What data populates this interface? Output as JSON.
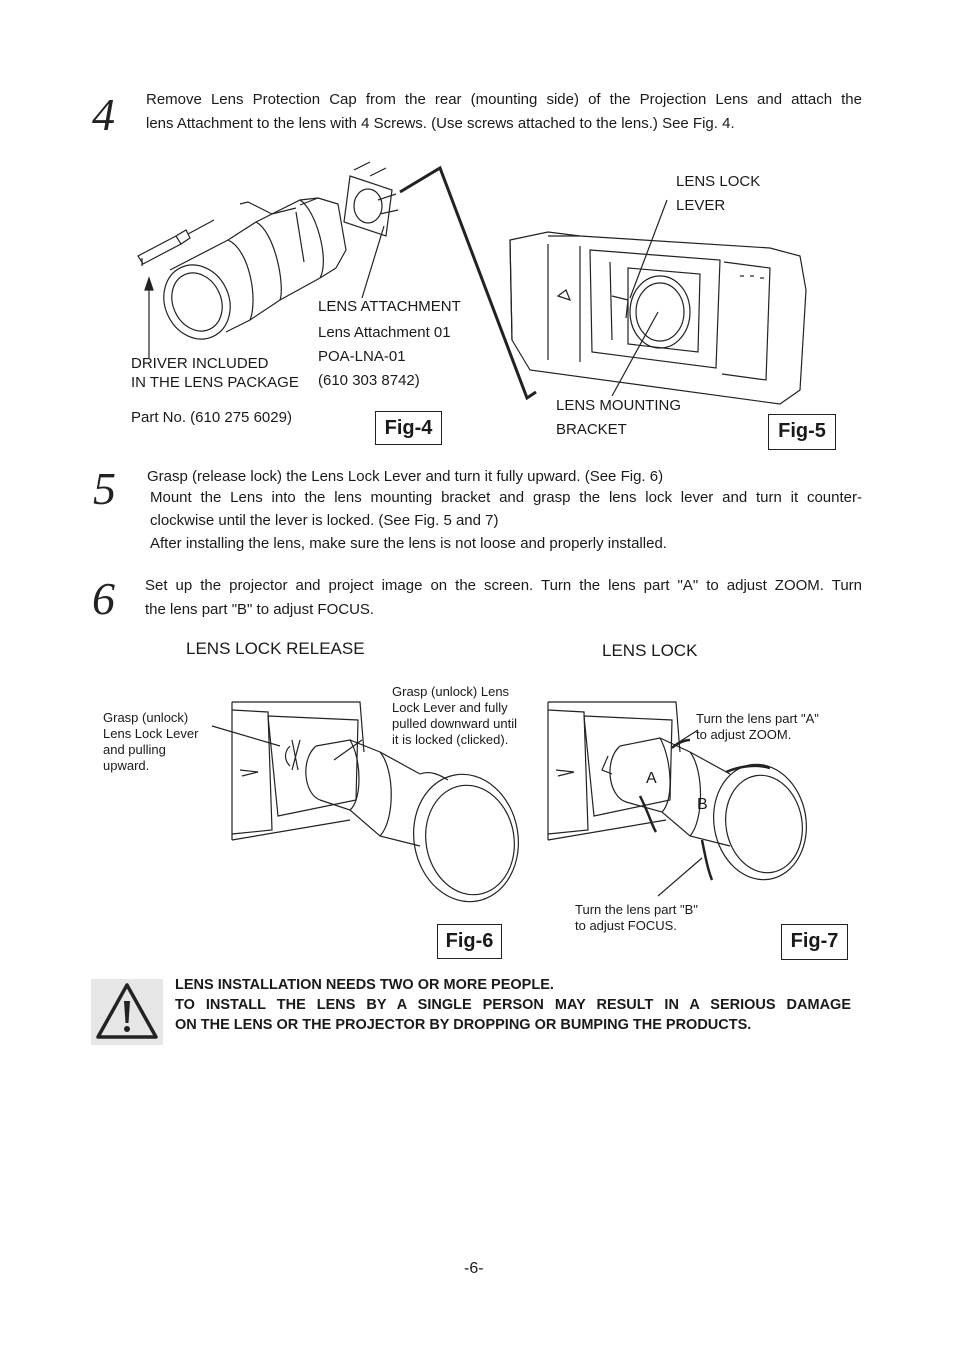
{
  "step4": {
    "number": "4",
    "lines": [
      "Remove Lens Protection Cap from the rear (mounting side) of the Projection Lens and attach the",
      "lens Attachment to the lens with 4 Screws. (Use screws attached to the lens.) See Fig. 4."
    ]
  },
  "fig4": {
    "label": "Fig-4",
    "attachment_title": "LENS ATTACHMENT",
    "attachment_name": "Lens Attachment 01",
    "attachment_model": "POA-LNA-01",
    "attachment_part": "(610 303 8742)",
    "driver_line1": "DRIVER INCLUDED",
    "driver_line2": "IN THE LENS PACKAGE",
    "driver_part": "Part No. (610 275 6029)"
  },
  "fig5": {
    "label": "Fig-5",
    "lever_line1": "LENS LOCK",
    "lever_line2": "LEVER",
    "bracket_line1": "LENS MOUNTING",
    "bracket_line2": "BRACKET"
  },
  "step5": {
    "number": "5",
    "line1": "Grasp (release lock) the Lens Lock Lever and turn it fully upward. (See Fig. 6)",
    "line2": "Mount the Lens into the lens mounting bracket and grasp the lens lock lever and turn it counter-",
    "line3": "clockwise until the lever is locked. (See Fig. 5 and 7)",
    "line4": "After installing the lens, make sure the lens is not loose and properly installed."
  },
  "step6": {
    "number": "6",
    "lines": [
      "Set up the projector and project image on the screen. Turn the lens part \"A\" to adjust ZOOM. Turn",
      "the lens part \"B\" to adjust FOCUS."
    ]
  },
  "fig6": {
    "label": "Fig-6",
    "heading": "LENS LOCK RELEASE",
    "left_note": [
      "Grasp (unlock)",
      "Lens Lock Lever",
      "and pulling",
      "upward."
    ],
    "right_note": [
      "Grasp (unlock) Lens",
      "Lock Lever and fully",
      "pulled downward until",
      "it is locked (clicked)."
    ]
  },
  "fig7": {
    "label": "Fig-7",
    "heading": "LENS LOCK",
    "zoom_note": [
      "Turn the lens part \"A\"",
      "to adjust ZOOM."
    ],
    "focus_note": [
      "Turn the lens part \"B\"",
      "to adjust FOCUS."
    ],
    "part_a": "A",
    "part_b": "B"
  },
  "warning": {
    "icon": "warning-triangle-icon",
    "line1": "LENS INSTALLATION NEEDS TWO OR MORE PEOPLE.",
    "line2": "TO INSTALL THE LENS BY A SINGLE PERSON MAY RESULT IN A SERIOUS DAMAGE",
    "line3": "ON THE LENS OR THE PROJECTOR BY DROPPING OR BUMPING THE PRODUCTS."
  },
  "page_number": "-6-"
}
